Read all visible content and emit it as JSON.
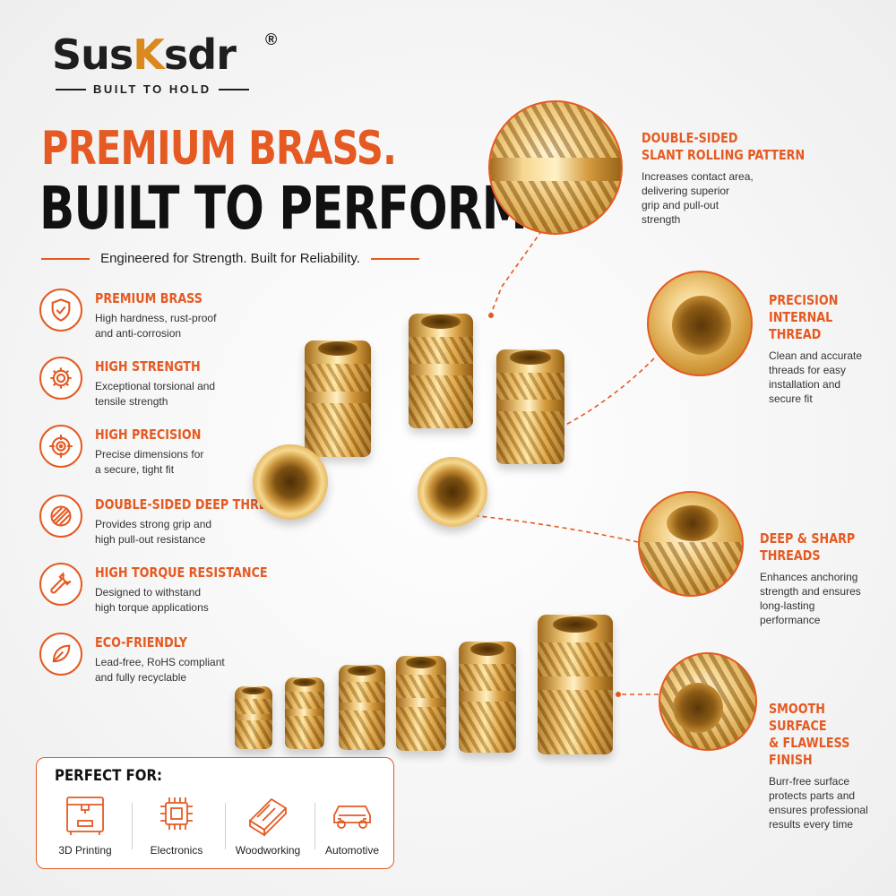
{
  "brand": {
    "name_start": "Sus",
    "name_k": "K",
    "name_end": "sdr",
    "registered": "®",
    "tagline": "BUILT TO HOLD"
  },
  "headline": {
    "line1": "PREMIUM BRASS.",
    "line2": "BUILT TO PERFORM.",
    "subline": "Engineered for Strength. Built for Reliability."
  },
  "features": [
    {
      "title": "PREMIUM BRASS",
      "desc": "High hardness, rust-proof\nand anti-corrosion",
      "icon": "shield-check-icon"
    },
    {
      "title": "HIGH STRENGTH",
      "desc": "Exceptional torsional and\ntensile strength",
      "icon": "gear-icon"
    },
    {
      "title": "HIGH PRECISION",
      "desc": "Precise dimensions for\na secure, tight fit",
      "icon": "crosshair-icon"
    },
    {
      "title": "DOUBLE-SIDED DEEP THREAD",
      "desc": "Provides strong grip and\nhigh pull-out resistance",
      "icon": "thread-icon"
    },
    {
      "title": "HIGH TORQUE RESISTANCE",
      "desc": "Designed to withstand\nhigh torque applications",
      "icon": "wrench-icon"
    },
    {
      "title": "ECO-FRIENDLY",
      "desc": "Lead-free, RoHS compliant\nand fully recyclable",
      "icon": "leaf-icon"
    }
  ],
  "callouts": [
    {
      "title": "DOUBLE-SIDED\nSLANT ROLLING PATTERN",
      "desc": "Increases contact area,\ndelivering superior\ngrip and pull-out\nstrength"
    },
    {
      "title": "PRECISION\nINTERNAL THREAD",
      "desc": "Clean and accurate\nthreads for easy\ninstallation and\nsecure fit"
    },
    {
      "title": "DEEP & SHARP THREADS",
      "desc": "Enhances anchoring\nstrength and ensures\nlong-lasting\nperformance"
    },
    {
      "title": "SMOOTH SURFACE\n& FLAWLESS FINISH",
      "desc": "Burr-free surface\nprotects parts and\nensures professional\nresults every time"
    }
  ],
  "perfect_for": {
    "title": "PERFECT FOR:",
    "items": [
      {
        "label": "3D Printing",
        "icon": "3d-printer-icon"
      },
      {
        "label": "Electronics",
        "icon": "chip-icon"
      },
      {
        "label": "Woodworking",
        "icon": "wood-plank-icon"
      },
      {
        "label": "Automotive",
        "icon": "car-icon"
      }
    ]
  },
  "colors": {
    "accent": "#e55a22",
    "dark": "#111111",
    "brass": "#d9a245"
  }
}
